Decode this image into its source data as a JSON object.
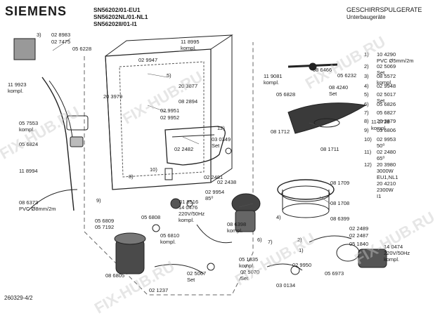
{
  "header": {
    "brand": "SIEMENS",
    "models": [
      "SN56202/01-EU1",
      "SN56202NL/01-NL1",
      "SN56202II/01-I1"
    ],
    "category": "GESCHIRRSPULGERATE",
    "subcategory": "Unterbaugeräte"
  },
  "footer": {
    "doc_number": "260329-4/2"
  },
  "watermark": "FIX-HUB.RU",
  "parts_labels": [
    "3)",
    "02 8983",
    "02 7475",
    "05 6228",
    "11 8995",
    "kompl.",
    "02 9947",
    "11 9923",
    "kompl.",
    "20 3979",
    "5)",
    "20 3877",
    "08 2894",
    "02 9951",
    "02 9952",
    "05 7553",
    "kompl.",
    "05 6824",
    "12)",
    "03 0349",
    "Set",
    "02 2482",
    "11 8994",
    "8)",
    "10)",
    "02 2481",
    "02 9954",
    "85⁰",
    "02 2438",
    "01 8516",
    "08 6373",
    "PVC Ø8mm/2m",
    "9)",
    "05 6808",
    "05 6809",
    "05 7192",
    "14 0476",
    "220V/50Hz",
    "kompl.",
    "08 6398",
    "kompl.",
    "6)",
    "7)",
    "05 6810",
    "kompl.",
    "08 6805",
    "05 1835",
    "kompl.",
    "02 5067",
    "Set",
    "02 5070",
    "Set",
    "03 0134",
    "02 1237",
    "11 9081",
    "kompl.",
    "08 6466",
    "05 6232",
    "08 4240",
    "Set",
    "05 6828",
    "11 2728",
    "kompl.",
    "08 1712",
    "08 1711",
    "08 1709",
    "08 1708",
    "08 6399",
    "02 2489",
    "02 2487",
    "05 1840",
    "2)",
    "1)",
    "02 9950",
    "05 6973",
    "14 0474",
    "220V/50Hz",
    "kompl.",
    "4)"
  ],
  "legend": [
    {
      "key": "1)",
      "value": "10 4290",
      "extra": "PVC Ø5mm/2m"
    },
    {
      "key": "2)",
      "value": "02 5069",
      "extra": "Set"
    },
    {
      "key": "3)",
      "value": "08 5572",
      "extra": "kompl."
    },
    {
      "key": "4)",
      "value": "02 9948",
      "extra": ""
    },
    {
      "key": "5)",
      "value": "02 5017",
      "extra": "Set"
    },
    {
      "key": "6)",
      "value": "05 6826",
      "extra": ""
    },
    {
      "key": "7)",
      "value": "05 6827",
      "extra": ""
    },
    {
      "key": "8)",
      "value": "20 3879",
      "extra": ""
    },
    {
      "key": "9)",
      "value": "05 6806",
      "extra": ""
    },
    {
      "key": "10)",
      "value": "02 9953",
      "extra": "50⁰"
    },
    {
      "key": "11)",
      "value": "02 2480",
      "extra": "65⁰"
    },
    {
      "key": "12)",
      "value": "20 3980",
      "extra": "3000W EU1,NL1 20 4210 2300W I1"
    }
  ]
}
